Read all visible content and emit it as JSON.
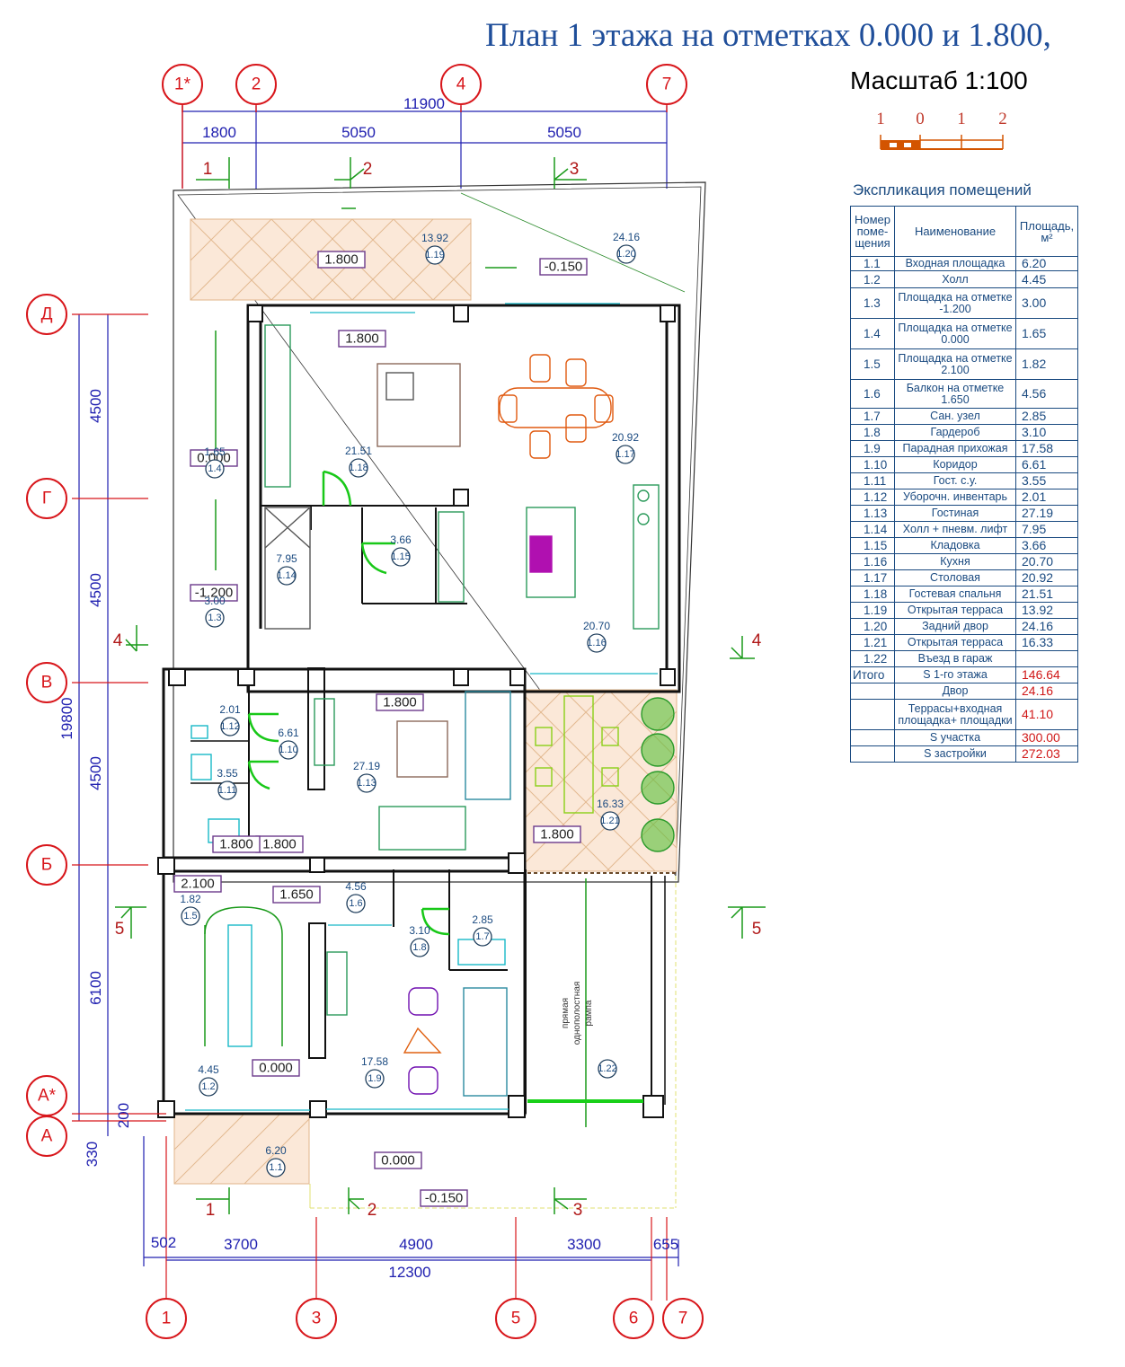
{
  "title": "План 1 этажа на отметках 0.000 и 1.800,",
  "scale": {
    "label": "Масштаб 1:100",
    "ticks": [
      "1",
      "0",
      "1",
      "2"
    ]
  },
  "explication": {
    "title": "Экспликация помещений",
    "headers": {
      "num": "Номер поме-щения",
      "name": "Наименование",
      "area": "Площадь, м²"
    },
    "rows": [
      {
        "num": "1.1",
        "name": "Входная площадка",
        "area": "6.20"
      },
      {
        "num": "1.2",
        "name": "Холл",
        "area": "4.45"
      },
      {
        "num": "1.3",
        "name": "Площадка на отметке -1.200",
        "area": "3.00"
      },
      {
        "num": "1.4",
        "name": "Площадка на отметке 0.000",
        "area": "1.65"
      },
      {
        "num": "1.5",
        "name": "Площадка на отметке 2.100",
        "area": "1.82"
      },
      {
        "num": "1.6",
        "name": "Балкон на отметке 1.650",
        "area": "4.56"
      },
      {
        "num": "1.7",
        "name": "Сан. узел",
        "area": "2.85"
      },
      {
        "num": "1.8",
        "name": "Гардероб",
        "area": "3.10"
      },
      {
        "num": "1.9",
        "name": "Парадная прихожая",
        "area": "17.58"
      },
      {
        "num": "1.10",
        "name": "Коридор",
        "area": "6.61"
      },
      {
        "num": "1.11",
        "name": "Гост. с.у.",
        "area": "3.55"
      },
      {
        "num": "1.12",
        "name": "Уборочн. инвентарь",
        "area": "2.01"
      },
      {
        "num": "1.13",
        "name": "Гостиная",
        "area": "27.19"
      },
      {
        "num": "1.14",
        "name": "Холл + пневм. лифт",
        "area": "7.95"
      },
      {
        "num": "1.15",
        "name": "Кладовка",
        "area": "3.66"
      },
      {
        "num": "1.16",
        "name": "Кухня",
        "area": "20.70"
      },
      {
        "num": "1.17",
        "name": "Столовая",
        "area": "20.92"
      },
      {
        "num": "1.18",
        "name": "Гостевая спальня",
        "area": "21.51"
      },
      {
        "num": "1.19",
        "name": "Открытая терраса",
        "area": "13.92"
      },
      {
        "num": "1.20",
        "name": "Задний двор",
        "area": "24.16"
      },
      {
        "num": "1.21",
        "name": "Открытая терраса",
        "area": "16.33"
      },
      {
        "num": "1.22",
        "name": "Въезд в гараж",
        "area": ""
      }
    ],
    "totals": [
      {
        "num": "Итого",
        "name": "S 1-го этажа",
        "area": "146.64"
      },
      {
        "num": "",
        "name": "Двор",
        "area": "24.16"
      },
      {
        "num": "",
        "name": "Террасы+входная площадка+ площадки",
        "area": "41.10"
      },
      {
        "num": "",
        "name": "S участка",
        "area": "300.00"
      },
      {
        "num": "",
        "name": "S застройки",
        "area": "272.03"
      }
    ]
  },
  "axes": {
    "top": [
      "1*",
      "2",
      "4",
      "7"
    ],
    "bottom": [
      "1",
      "3",
      "5",
      "6",
      "7"
    ],
    "left": [
      "Д",
      "Г",
      "В",
      "Б",
      "А*",
      "А"
    ]
  },
  "dimensions": {
    "top_overall": "11900",
    "top": [
      "1800",
      "5050",
      "5050"
    ],
    "bottom_overall": "12300",
    "bottom": [
      "502",
      "3700",
      "4900",
      "3300",
      "655"
    ],
    "left_overall": "19800",
    "left": [
      "4500",
      "4500",
      "4500",
      "6100",
      "200",
      "330"
    ]
  },
  "sections": [
    "1",
    "2",
    "3",
    "4",
    "5"
  ],
  "levels": [
    "1.800",
    "-0.150",
    "1.800",
    "0.000",
    "-1.200",
    "1.800",
    "1.800",
    "1.800",
    "2.100",
    "1.650",
    "0.000",
    "0.000",
    "-0.150",
    "1.800"
  ],
  "rooms": [
    {
      "num": "1.1",
      "area": "6.20"
    },
    {
      "num": "1.2",
      "area": "4.45"
    },
    {
      "num": "1.3",
      "area": "3.00"
    },
    {
      "num": "1.4",
      "area": "1.65"
    },
    {
      "num": "1.5",
      "area": "1.82"
    },
    {
      "num": "1.6",
      "area": "4.56"
    },
    {
      "num": "1.7",
      "area": "2.85"
    },
    {
      "num": "1.8",
      "area": "3.10"
    },
    {
      "num": "1.9",
      "area": "17.58"
    },
    {
      "num": "1.10",
      "area": "6.61"
    },
    {
      "num": "1.11",
      "area": "3.55"
    },
    {
      "num": "1.12",
      "area": "2.01"
    },
    {
      "num": "1.13",
      "area": "27.19"
    },
    {
      "num": "1.14",
      "area": "7.95"
    },
    {
      "num": "1.15",
      "area": "3.66"
    },
    {
      "num": "1.16",
      "area": "20.70"
    },
    {
      "num": "1.17",
      "area": "20.92"
    },
    {
      "num": "1.18",
      "area": "21.51"
    },
    {
      "num": "1.19",
      "area": "13.92"
    },
    {
      "num": "1.20",
      "area": "24.16"
    },
    {
      "num": "1.21",
      "area": "16.33"
    },
    {
      "num": "1.22",
      "area": ""
    }
  ],
  "ramp_label": [
    "прямая",
    "однополостная",
    "рампа"
  ]
}
